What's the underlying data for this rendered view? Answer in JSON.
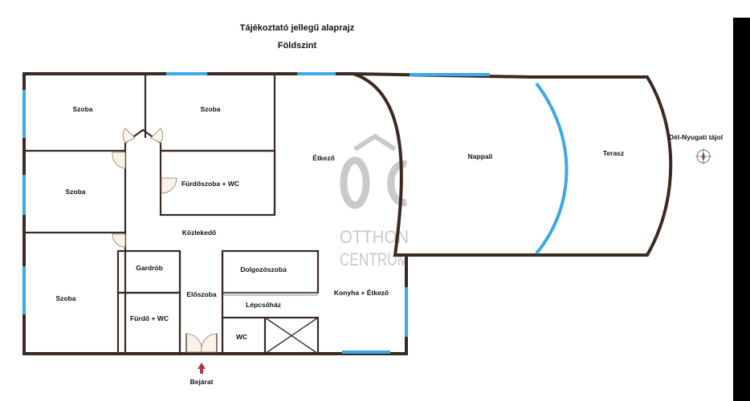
{
  "title": "Tájékoztató jellegű alaprajz",
  "subtitle": "Földszint",
  "rooms": {
    "szoba_1": "Szoba",
    "szoba_2": "Szoba",
    "szoba_3": "Szoba",
    "szoba_4": "Szoba",
    "etkezo": "Étkező",
    "nappali": "Nappali",
    "terasz": "Terasz",
    "furdoszoba_wc": "Fürdőszoba + WC",
    "kozlekedo": "Közlekedő",
    "gardrob": "Gardrób",
    "dolgozoszoba": "Dolgozószoba",
    "eloszoba": "Előszoba",
    "lepcsohaz": "Lépcsőház",
    "konyha_etkezo": "Konyha + Étkező",
    "furdo_wc": "Fürdő + WC",
    "wc": "WC"
  },
  "entrance_label": "Bejárat",
  "orientation_label": "Dél-Nyugati tájol",
  "watermark": {
    "line1": "OTTHON",
    "line2": "CENTRUM"
  },
  "colors": {
    "wall": "#3a2a22",
    "window": "#3aa9e6",
    "entrance_arrow": "#b8323f",
    "watermark": "#c9c9c9"
  },
  "icons": [
    "compass-icon",
    "entrance-arrow-icon",
    "otthon-centrum-logo"
  ]
}
